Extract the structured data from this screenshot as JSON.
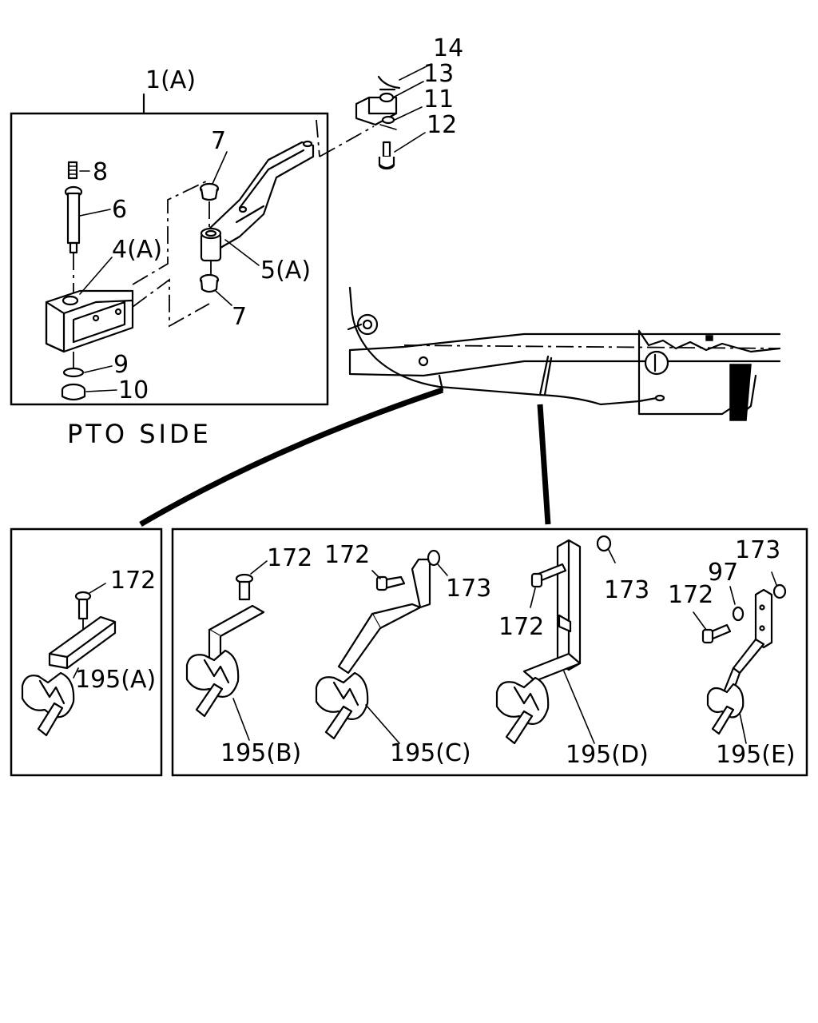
{
  "figure": {
    "caption": "PTO SIDE",
    "callouts": {
      "c14": "14",
      "c13": "13",
      "c11": "11",
      "c12": "12",
      "c1a": "1(A)",
      "c7a": "7",
      "c8": "8",
      "c6": "6",
      "c4a": "4(A)",
      "c5a": "5(A)",
      "c7b": "7",
      "c9": "9",
      "c10": "10",
      "a172": "172",
      "a195": "195(A)",
      "b172": "172",
      "b195": "195(B)",
      "c172": "172",
      "c173": "173",
      "c195": "195(C)",
      "d173": "173",
      "d172": "172",
      "d195": "195(D)",
      "e173": "173",
      "e97": "97",
      "e172": "172",
      "e195": "195(E)"
    }
  }
}
